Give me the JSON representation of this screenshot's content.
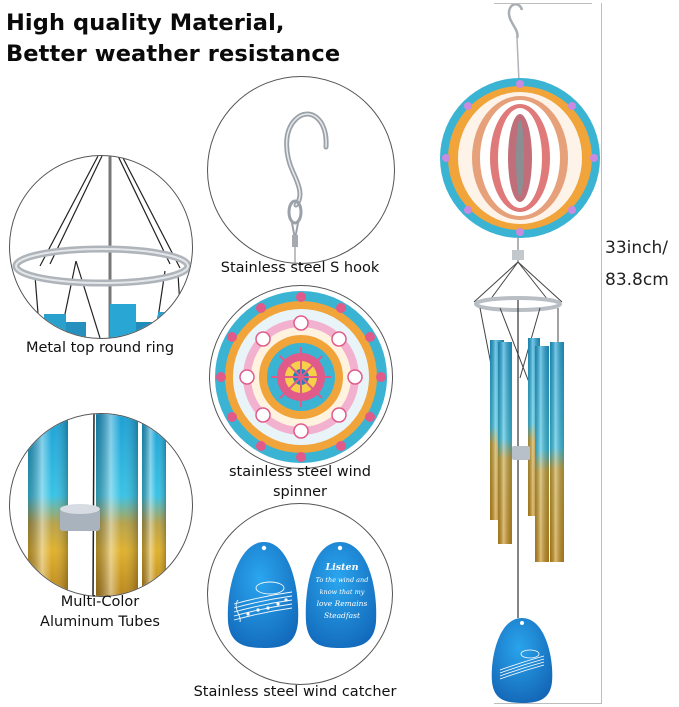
{
  "headline": {
    "line1": "High quality Material,",
    "line2": "Better weather resistance"
  },
  "features": [
    {
      "id": "ring",
      "caption": "Metal top round ring",
      "icon": "metal-ring-icon"
    },
    {
      "id": "hook",
      "caption": "Stainless steel S hook",
      "icon": "s-hook-icon"
    },
    {
      "id": "spinner",
      "caption_line1": "stainless steel wind",
      "caption_line2": "spinner",
      "icon": "mandala-spinner-icon"
    },
    {
      "id": "tubes",
      "caption_line1": "Multi-Color",
      "caption_line2": "Aluminum Tubes",
      "icon": "aluminum-tubes-icon"
    },
    {
      "id": "catcher",
      "caption": "Stainless steel wind catcher",
      "icon": "wind-catcher-icon"
    }
  ],
  "wind_catcher_engraving": {
    "line1": "Listen",
    "line2": "To the wind and",
    "line3": "know that my",
    "line4": "love Remains",
    "line5": "Steadfast"
  },
  "dimension": {
    "line1": "33inch/",
    "line2": "83.8cm"
  },
  "colors": {
    "tube_top": "#1fa6d6",
    "tube_bottom": "#d9a820",
    "catcher_blue": "#1c7fd0",
    "ring_silver": "#b9bec4",
    "mandala_teal": "#3bb3d3",
    "mandala_orange": "#f0a43a",
    "mandala_pink": "#e05a8a"
  }
}
